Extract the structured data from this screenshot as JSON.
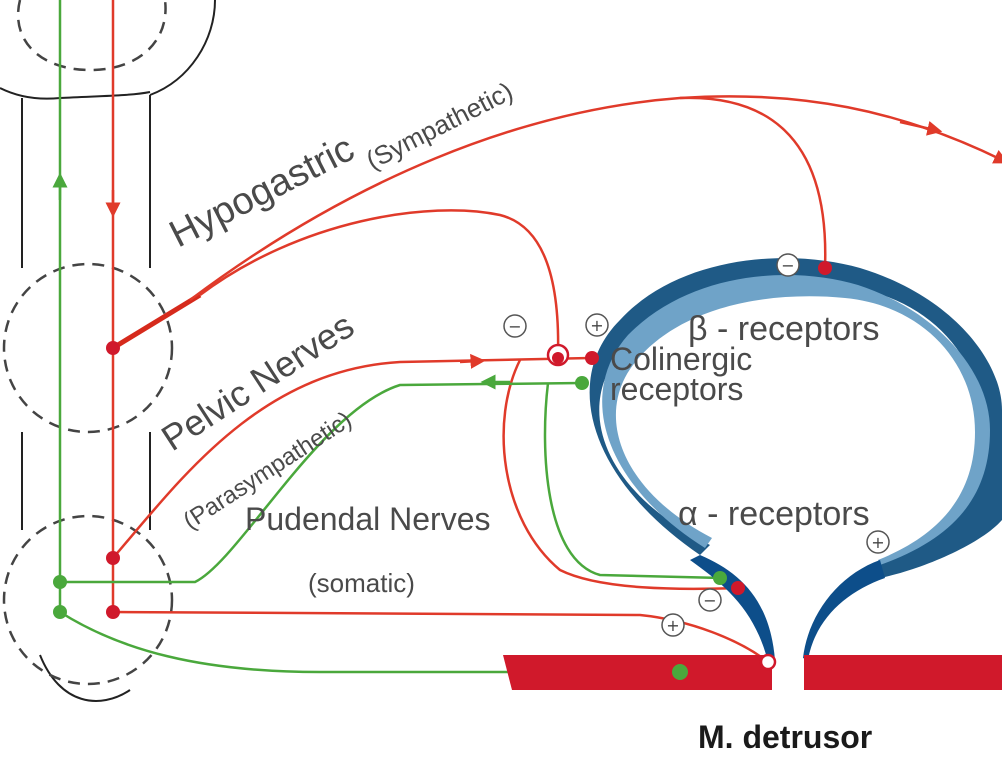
{
  "labels": {
    "hypogastric": "Hypogastric",
    "hypogastric_type": "(Sympathetic)",
    "pelvic": "Pelvic Nerves",
    "pelvic_type": "(Parasympathetic)",
    "pudendal": "Pudendal Nerves",
    "pudendal_type": "(somatic)",
    "beta": "β - receptors",
    "colinergic_line1": "Colinergic",
    "colinergic_line2": "receptors",
    "alpha": "α - receptors",
    "detrusor": "M. detrusor"
  },
  "signs": {
    "minus": "−",
    "plus": "+"
  },
  "colors": {
    "sympathetic": "#e03a2a",
    "somatic": "#4aa83c",
    "bladder_outer": "#1f5a86",
    "bladder_inner": "#6fa3c8",
    "sphincter": "#0d4e8a",
    "muscle": "#d0192b"
  }
}
